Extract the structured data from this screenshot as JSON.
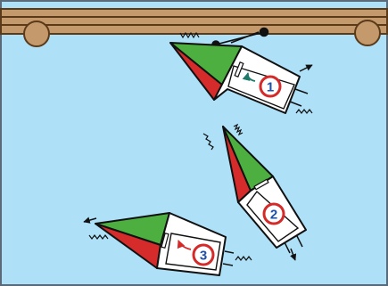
{
  "diagram": {
    "steps": [
      {
        "label": "1"
      },
      {
        "label": "2"
      },
      {
        "label": "3"
      }
    ],
    "colors": {
      "water": "#aee0f8",
      "border": "#5a6a78",
      "dock_wood": "#c49a6c",
      "dock_line": "#5b3a1a",
      "starboard_green": "#4caf3f",
      "port_red": "#d62b2b",
      "hull_white": "#ffffff",
      "badge_red": "#d42a2a",
      "arrow_teal": "#1f7a6a"
    }
  }
}
